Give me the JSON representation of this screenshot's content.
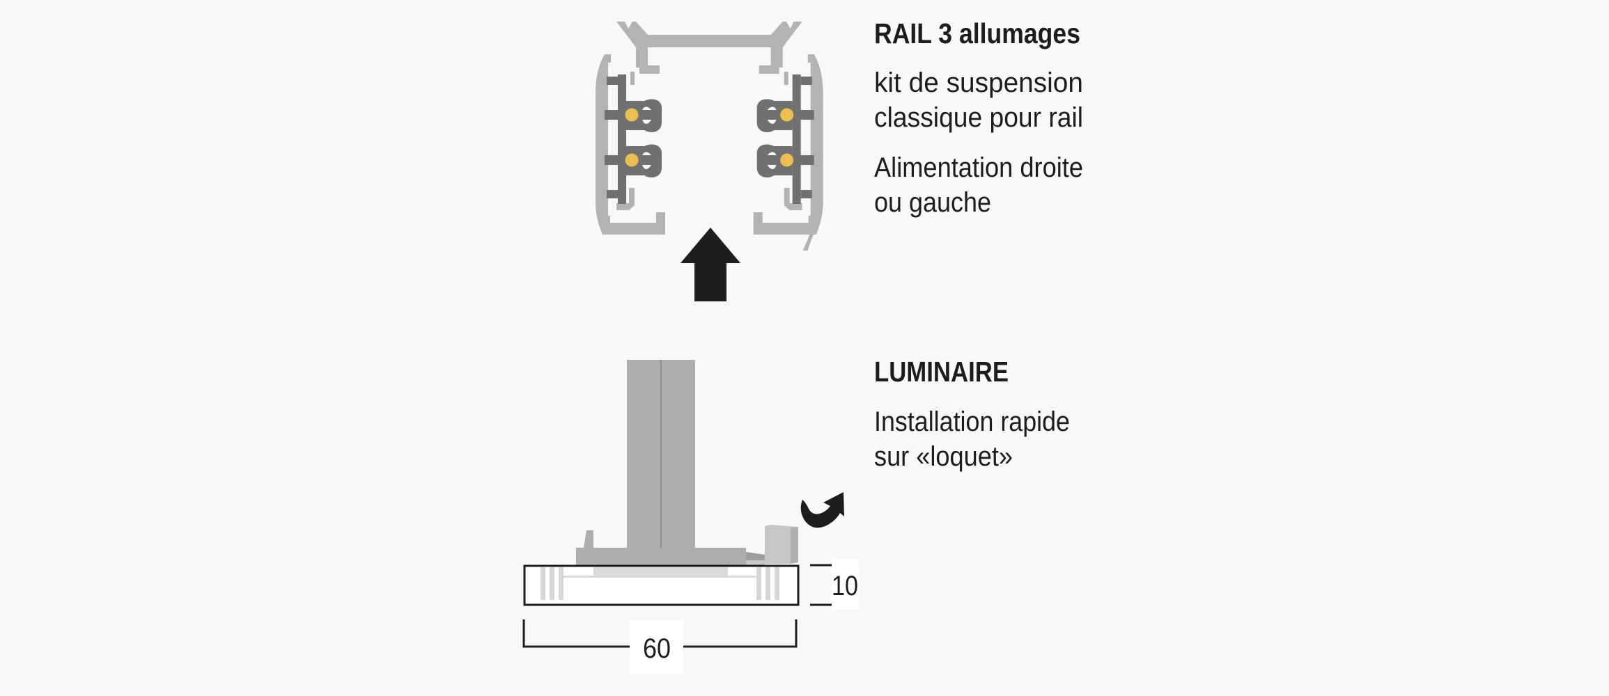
{
  "rail": {
    "title": "RAIL 3 allumages",
    "lines": [
      "kit de suspension",
      "classique pour rail",
      "Alimentation droite",
      "ou gauche"
    ]
  },
  "luminaire": {
    "title": "LUMINAIRE",
    "lines": [
      "Installation rapide",
      "sur «loquet»"
    ]
  },
  "dimensions": {
    "height": "10",
    "width": "60"
  },
  "colors": {
    "background": "#f8f8f8",
    "profile": "#b3b3b3",
    "conductor": "#707070",
    "contact": "#ecbd4f",
    "ink": "#1d1d1b"
  }
}
